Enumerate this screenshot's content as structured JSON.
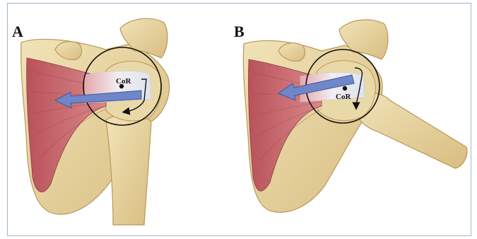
{
  "figure": {
    "panels": [
      {
        "letter": "A",
        "cor_label": "CoR"
      },
      {
        "letter": "B",
        "cor_label": "CoR"
      }
    ],
    "colors": {
      "bone": "#e6d3a0",
      "bone_shadow": "#c9ac6c",
      "muscle": "#c96a6e",
      "muscle_dark": "#9e3f46",
      "tendon": "#eef0f6",
      "arrow": "#6f86c9",
      "circle": "#111111"
    }
  }
}
